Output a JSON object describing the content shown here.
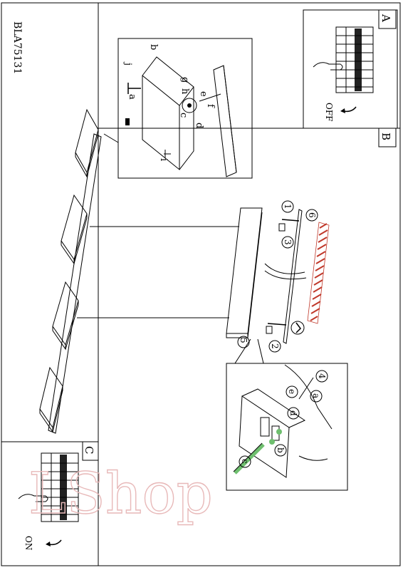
{
  "doc": {
    "model": "BLA75131"
  },
  "panels": {
    "A": {
      "letter": "A",
      "switch_label": "OFF"
    },
    "B": {
      "letter": "B"
    },
    "C": {
      "letter": "C",
      "switch_label": "ON"
    }
  },
  "detail_labels": {
    "a": "a",
    "b": "b",
    "c": "c",
    "d": "d",
    "e": "e",
    "f": "f",
    "g": "g",
    "h": "h",
    "i": "i",
    "j": "j"
  },
  "steps": {
    "s1": "1",
    "s2": "2",
    "s3": "3",
    "s4": "4",
    "s5": "5",
    "s6": "6"
  },
  "wiring_labels": {
    "a": "a",
    "b": "b",
    "c": "c",
    "d": "d",
    "e": "e"
  },
  "watermark": "LShop",
  "colors": {
    "line": "#000000",
    "hatch": "#c0392b",
    "watermark": "#e8b9b9"
  }
}
